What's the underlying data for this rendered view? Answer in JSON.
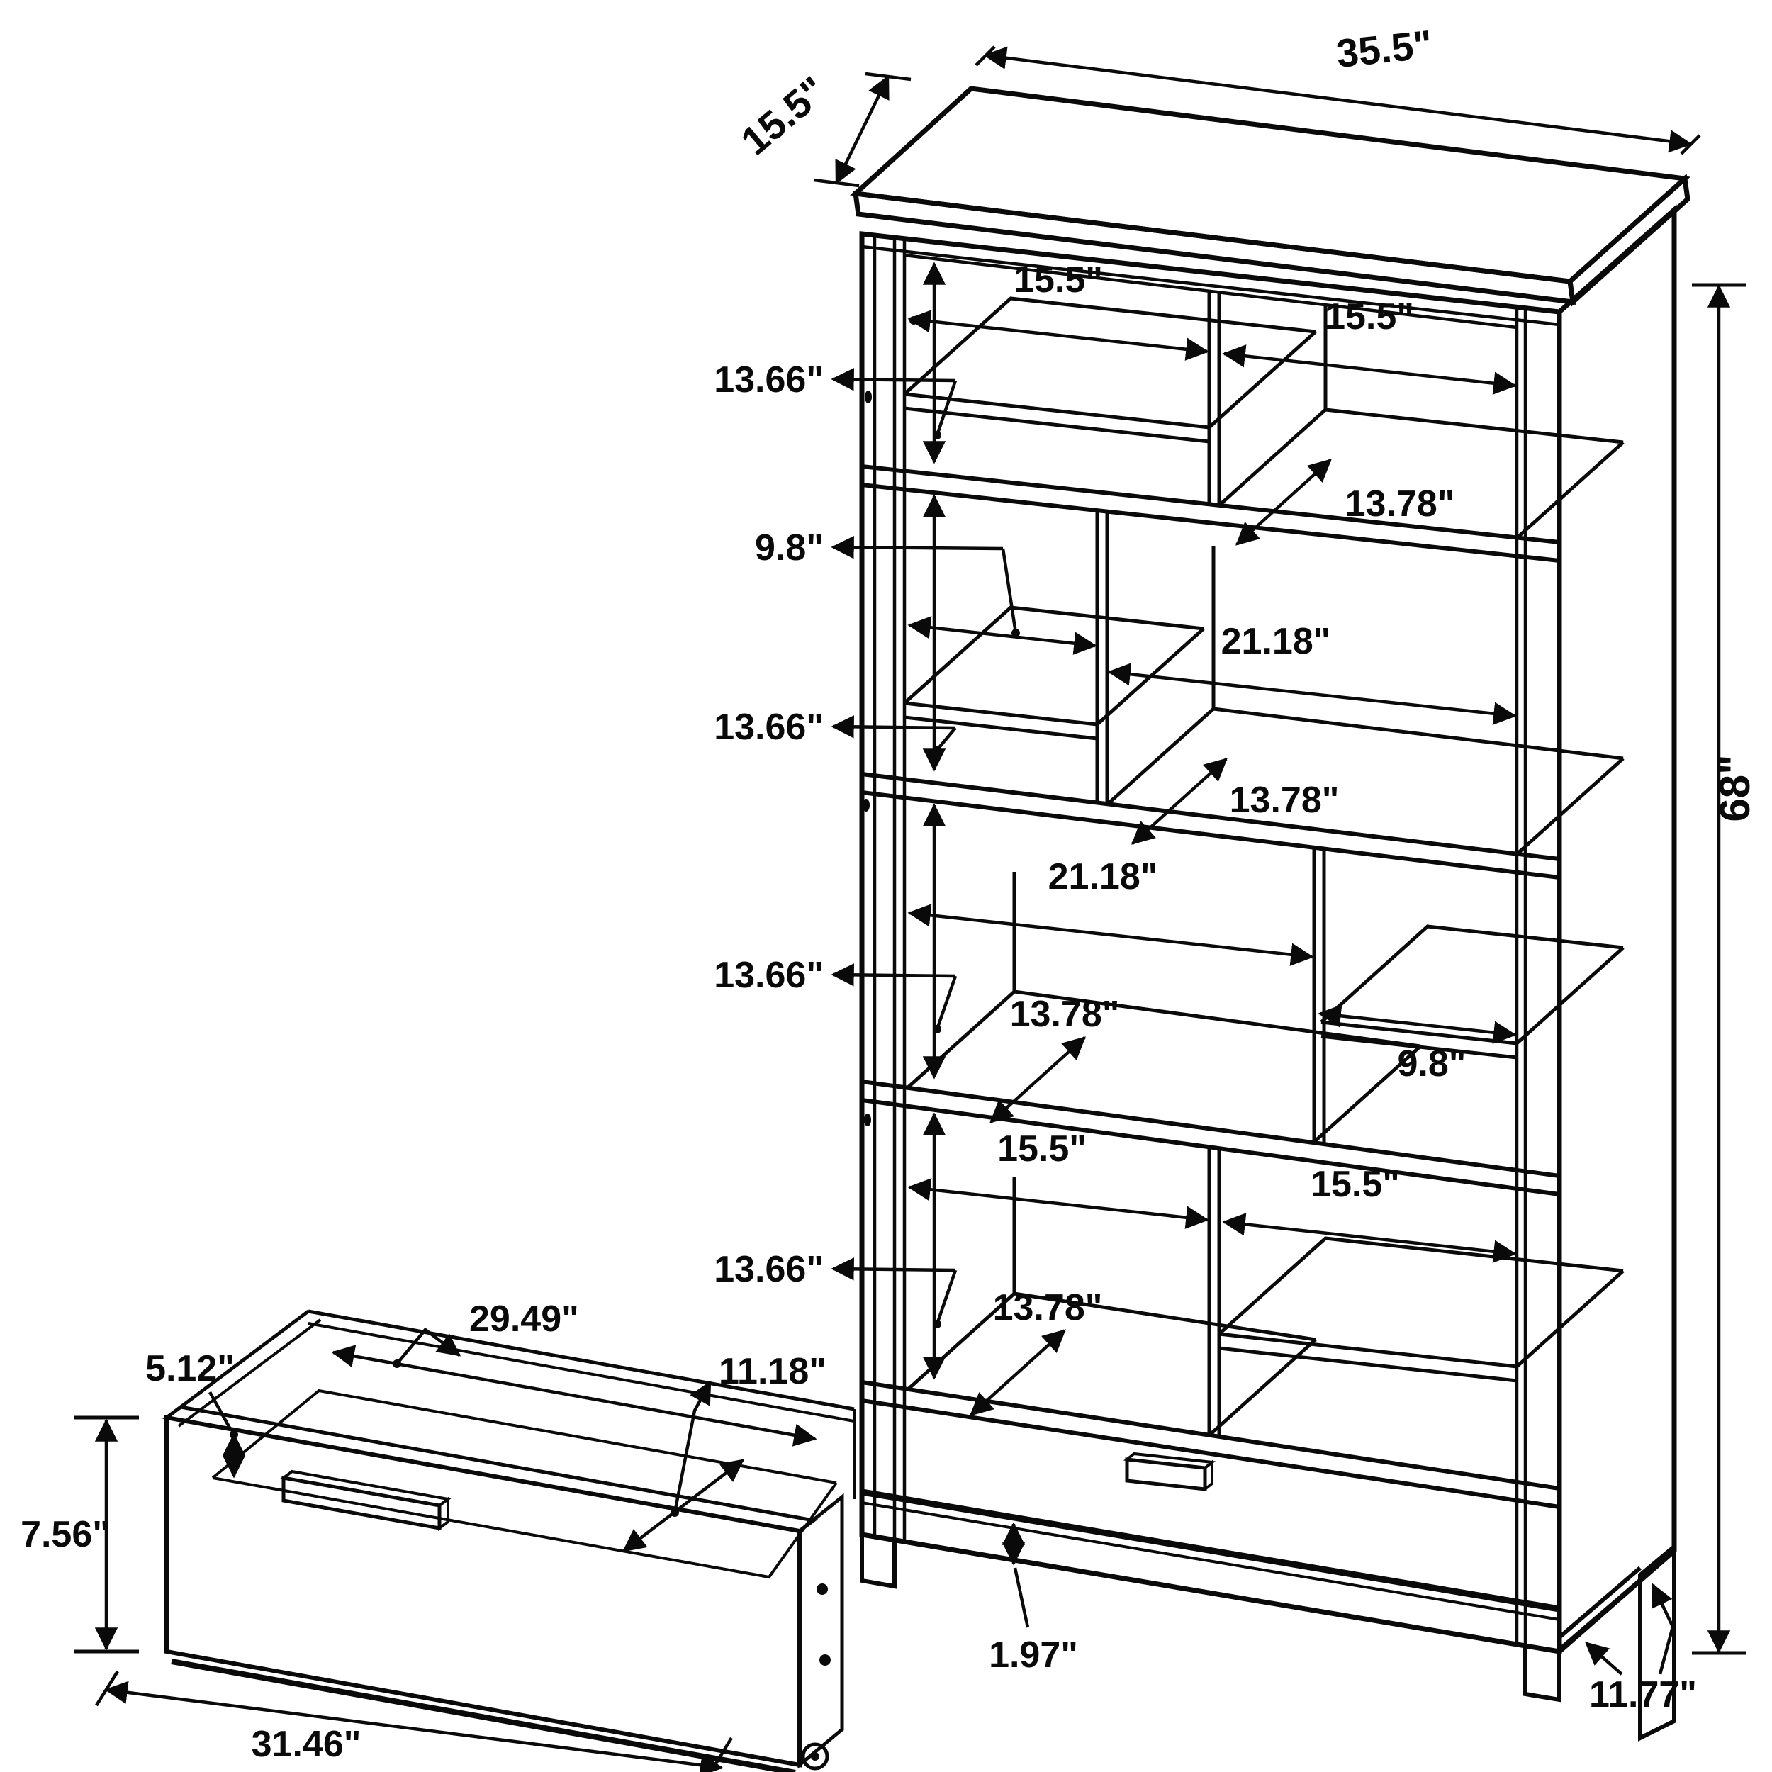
{
  "bookcase": {
    "top_depth": "15.5\"",
    "top_width": "35.5\"",
    "height": "68\"",
    "row1": {
      "left_width": "15.5\"",
      "right_width": "15.5\"",
      "height": "13.66\"",
      "shelf_depth": "13.78\""
    },
    "row2": {
      "left_width": "9.8\"",
      "right_width": "21.18\"",
      "height": "13.66\"",
      "shelf_depth": "13.78\""
    },
    "row3": {
      "left_width": "21.18\"",
      "right_width": "9.8\"",
      "height": "13.66\"",
      "shelf_depth": "13.78\""
    },
    "row4": {
      "left_width": "15.5\"",
      "right_width": "15.5\"",
      "height": "13.66\"",
      "shelf_depth": "13.78\""
    },
    "toe_kick_height": "1.97\"",
    "side_stretcher_depth": "11.77\""
  },
  "drawer": {
    "front_height": "7.56\"",
    "inner_height": "5.12\"",
    "inner_length": "29.49\"",
    "inner_width": "11.18\"",
    "front_width": "31.46\""
  }
}
